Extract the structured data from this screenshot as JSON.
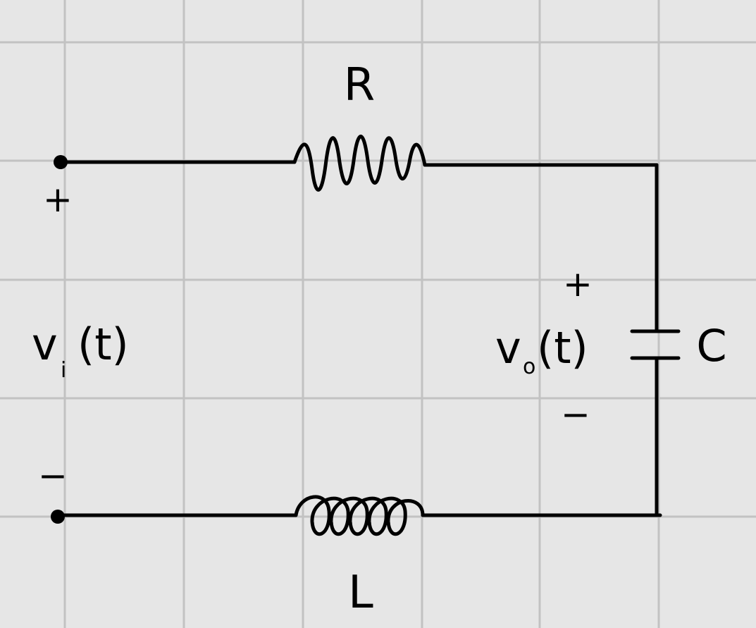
{
  "diagram": {
    "labels": {
      "resistor": "R",
      "inductor": "L",
      "capacitor": "C",
      "input_plus": "+",
      "input_minus": "−",
      "output_plus": "+",
      "output_minus": "−"
    },
    "input_voltage": {
      "symbol": "v",
      "subscript": "i",
      "argument": "(t)"
    },
    "output_voltage": {
      "symbol": "v",
      "subscript": "o",
      "argument": "(t)"
    }
  },
  "colors": {
    "background": "#e6e6e6",
    "grid": "#c2c2c2",
    "ink": "#000000"
  }
}
